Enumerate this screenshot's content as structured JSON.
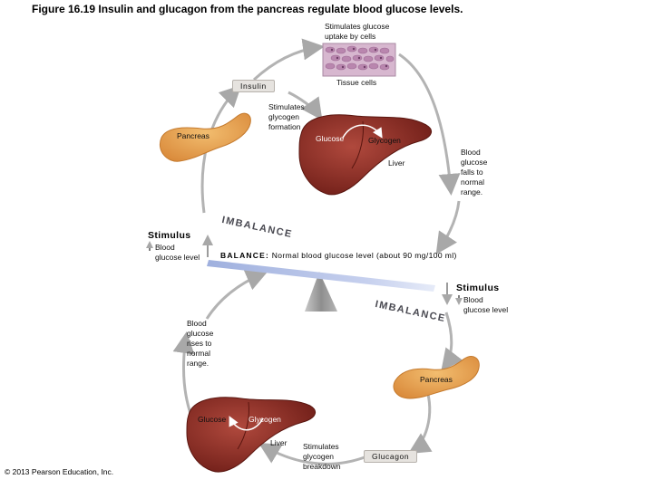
{
  "figure": {
    "title": "Figure 16.19 Insulin and glucagon from the pancreas regulate blood glucose levels.",
    "copyright": "© 2013 Pearson Education, Inc."
  },
  "top_cycle": {
    "stimulates_uptake": "Stimulates glucose\nuptake by cells",
    "tissue_cells": "Tissue cells",
    "insulin": "Insulin",
    "stimulates_glycogen_formation": "Stimulates\nglycogen\nformation",
    "pancreas": "Pancreas",
    "glucose": "Glucose",
    "glycogen": "Glycogen",
    "liver": "Liver",
    "falls_to_normal": "Blood\nglucose\nfalls to\nnormal\nrange."
  },
  "balance": {
    "imbalance_top": "IMBALANCE",
    "imbalance_bottom": "IMBALANCE",
    "label": "BALANCE:",
    "text": "Normal blood glucose level (about 90 mg/100 ml)"
  },
  "stimulus_left": {
    "title": "Stimulus",
    "text": "Blood\nglucose level",
    "arrow": "up-arrow-icon"
  },
  "stimulus_right": {
    "title": "Stimulus",
    "text": "Blood\nglucose level",
    "arrow": "down-arrow-icon"
  },
  "bottom_cycle": {
    "rises_to_normal": "Blood\nglucose\nrises to\nnormal\nrange.",
    "pancreas": "Pancreas",
    "glucose": "Glucose",
    "glycogen": "Glycogen",
    "liver": "Liver",
    "stimulates_breakdown": "Stimulates\nglycogen\nbreakdown",
    "glucagon": "Glucagon"
  },
  "colors": {
    "liver": "#8b2a22",
    "pancreas": "#e8a04a",
    "cycle_arrow": "#b0b0b0",
    "seesaw": "#aab8e0",
    "fulcrum": "#9a9a9a",
    "tissue": "#c9a5c4"
  }
}
